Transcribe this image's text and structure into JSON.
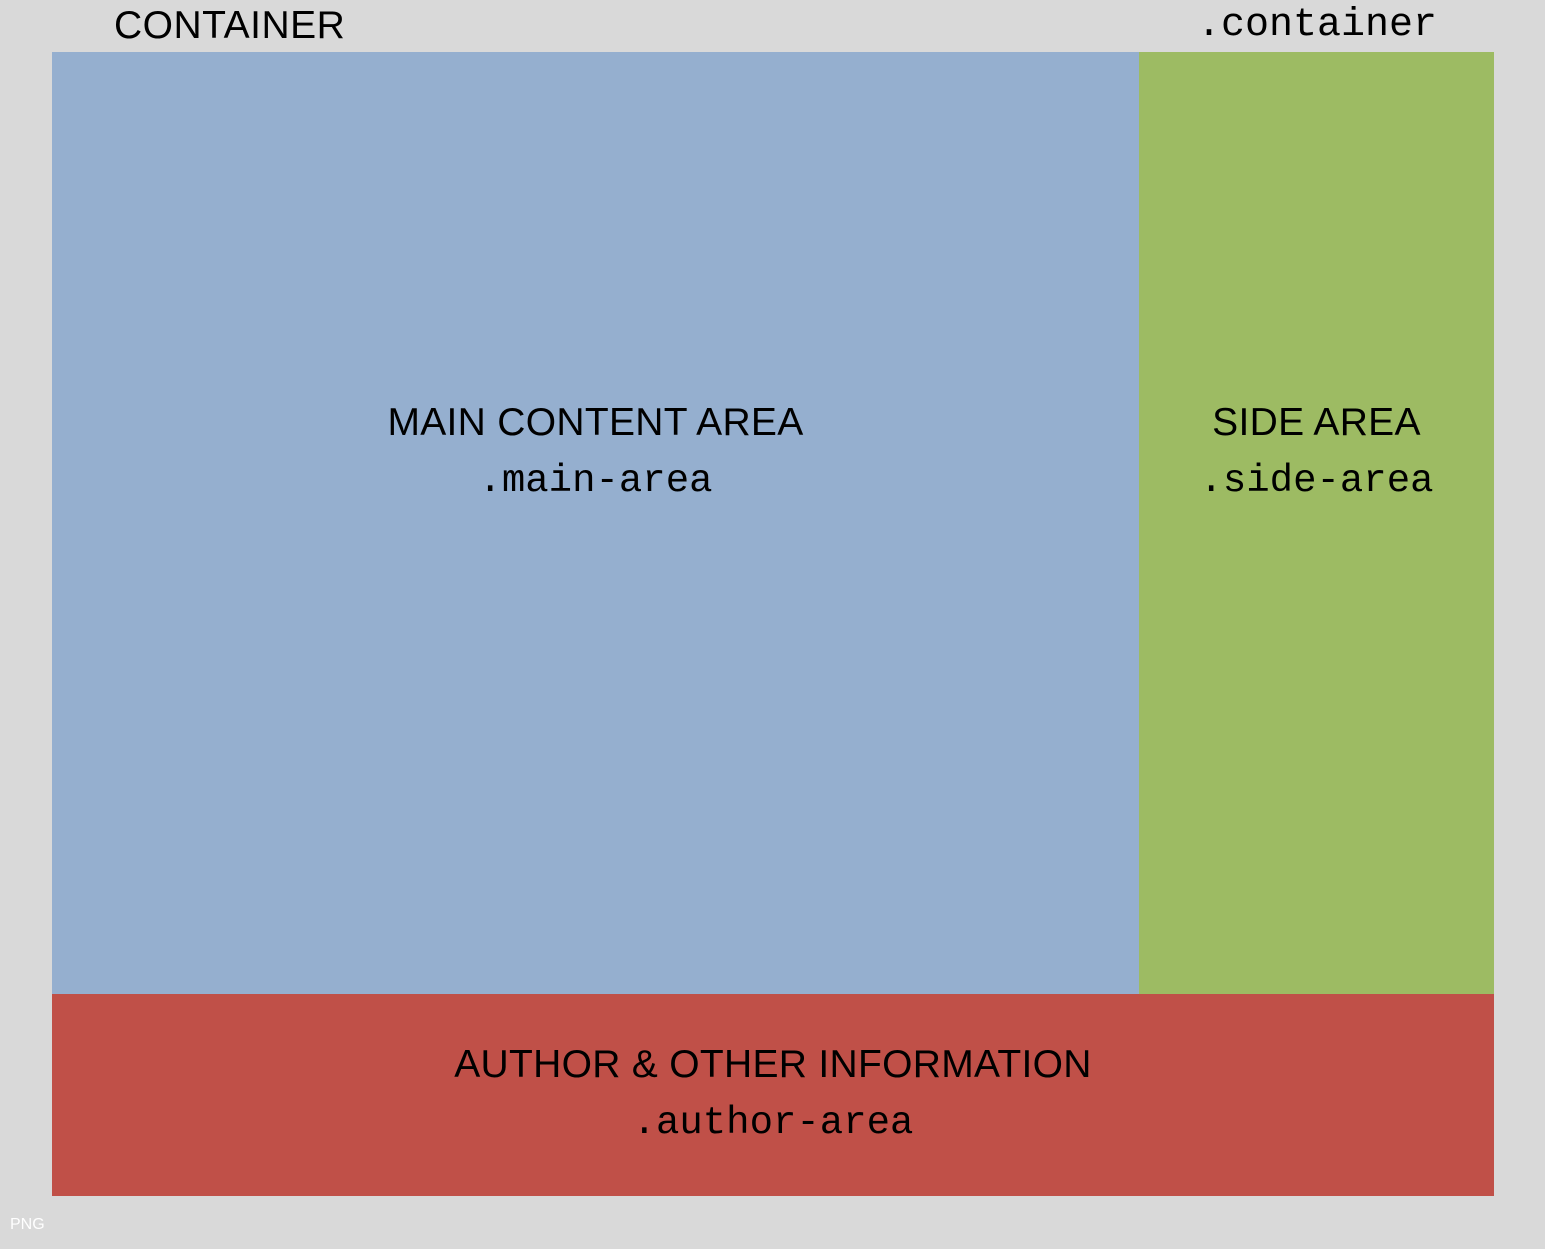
{
  "container": {
    "title": "CONTAINER",
    "class_name": ".container"
  },
  "areas": {
    "main": {
      "title": "MAIN CONTENT AREA",
      "class_name": ".main-area",
      "color": "#95afcf"
    },
    "side": {
      "title": "SIDE AREA",
      "class_name": ".side-area",
      "color": "#9dbb63"
    },
    "author": {
      "title": "AUTHOR & OTHER INFORMATION",
      "class_name": ".author-area",
      "color": "#c05048"
    }
  },
  "background_color": "#d9d9d9",
  "footer": {
    "format_label": "PNG"
  }
}
